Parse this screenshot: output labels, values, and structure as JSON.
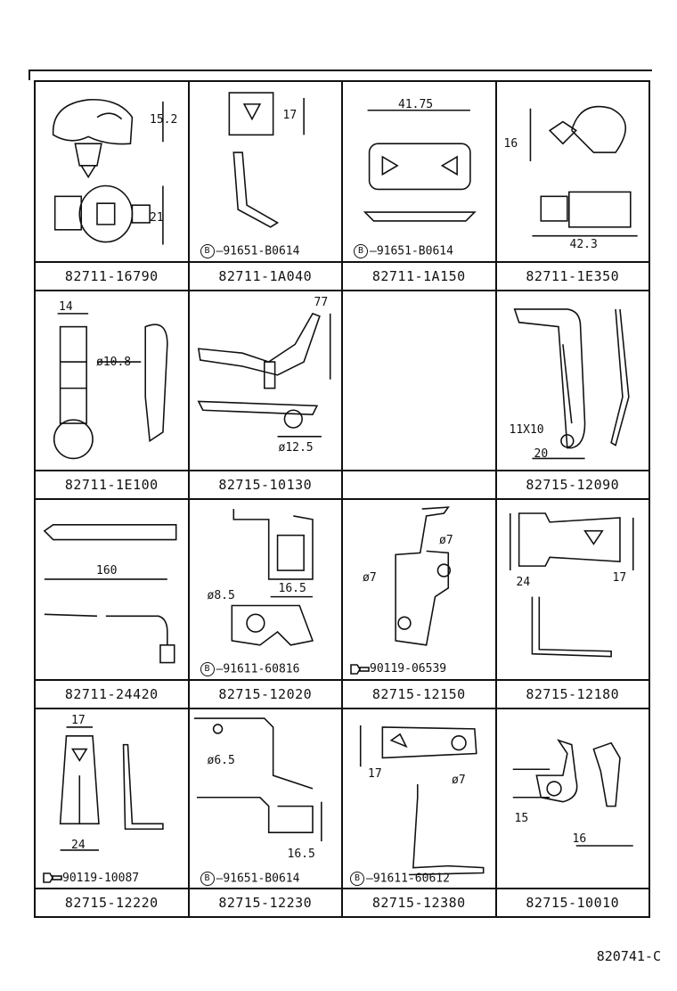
{
  "diagram_code": "820741-C",
  "cells": [
    {
      "part": "82711-16790",
      "dims": [
        "15.2",
        "21"
      ],
      "sub": ""
    },
    {
      "part": "82711-1A040",
      "dims": [
        "17"
      ],
      "sub": "91651-B0614",
      "sub_mark": "B"
    },
    {
      "part": "82711-1A150",
      "dims": [
        "41.75"
      ],
      "sub": "91651-B0614",
      "sub_mark": "B"
    },
    {
      "part": "82711-1E350",
      "dims": [
        "16",
        "42.3"
      ],
      "sub": ""
    },
    {
      "part": "82711-1E100",
      "dims": [
        "14",
        "ø10.8"
      ],
      "sub": ""
    },
    {
      "part": "82715-10130",
      "dims": [
        "77",
        "ø12.5"
      ],
      "sub": ""
    },
    {
      "part": "",
      "dims": [],
      "sub": ""
    },
    {
      "part": "82715-12090",
      "dims": [
        "11X10",
        "20"
      ],
      "sub": ""
    },
    {
      "part": "82711-24420",
      "dims": [
        "160"
      ],
      "sub": ""
    },
    {
      "part": "82715-12020",
      "dims": [
        "16.5",
        "ø8.5"
      ],
      "sub": "91611-60816",
      "sub_mark": "B"
    },
    {
      "part": "82715-12150",
      "dims": [
        "ø7",
        "ø7"
      ],
      "sub": "90119-06539",
      "sub_mark": "bolt"
    },
    {
      "part": "82715-12180",
      "dims": [
        "24",
        "17"
      ],
      "sub": ""
    },
    {
      "part": "82715-12220",
      "dims": [
        "17",
        "24"
      ],
      "sub": "90119-10087",
      "sub_mark": "bolt"
    },
    {
      "part": "82715-12230",
      "dims": [
        "ø6.5",
        "16.5"
      ],
      "sub": "91651-B0614",
      "sub_mark": "B"
    },
    {
      "part": "82715-12380",
      "dims": [
        "17",
        "ø7"
      ],
      "sub": "91611-60612",
      "sub_mark": "B"
    },
    {
      "part": "82715-10010",
      "dims": [
        "15",
        "16"
      ],
      "sub": ""
    }
  ]
}
